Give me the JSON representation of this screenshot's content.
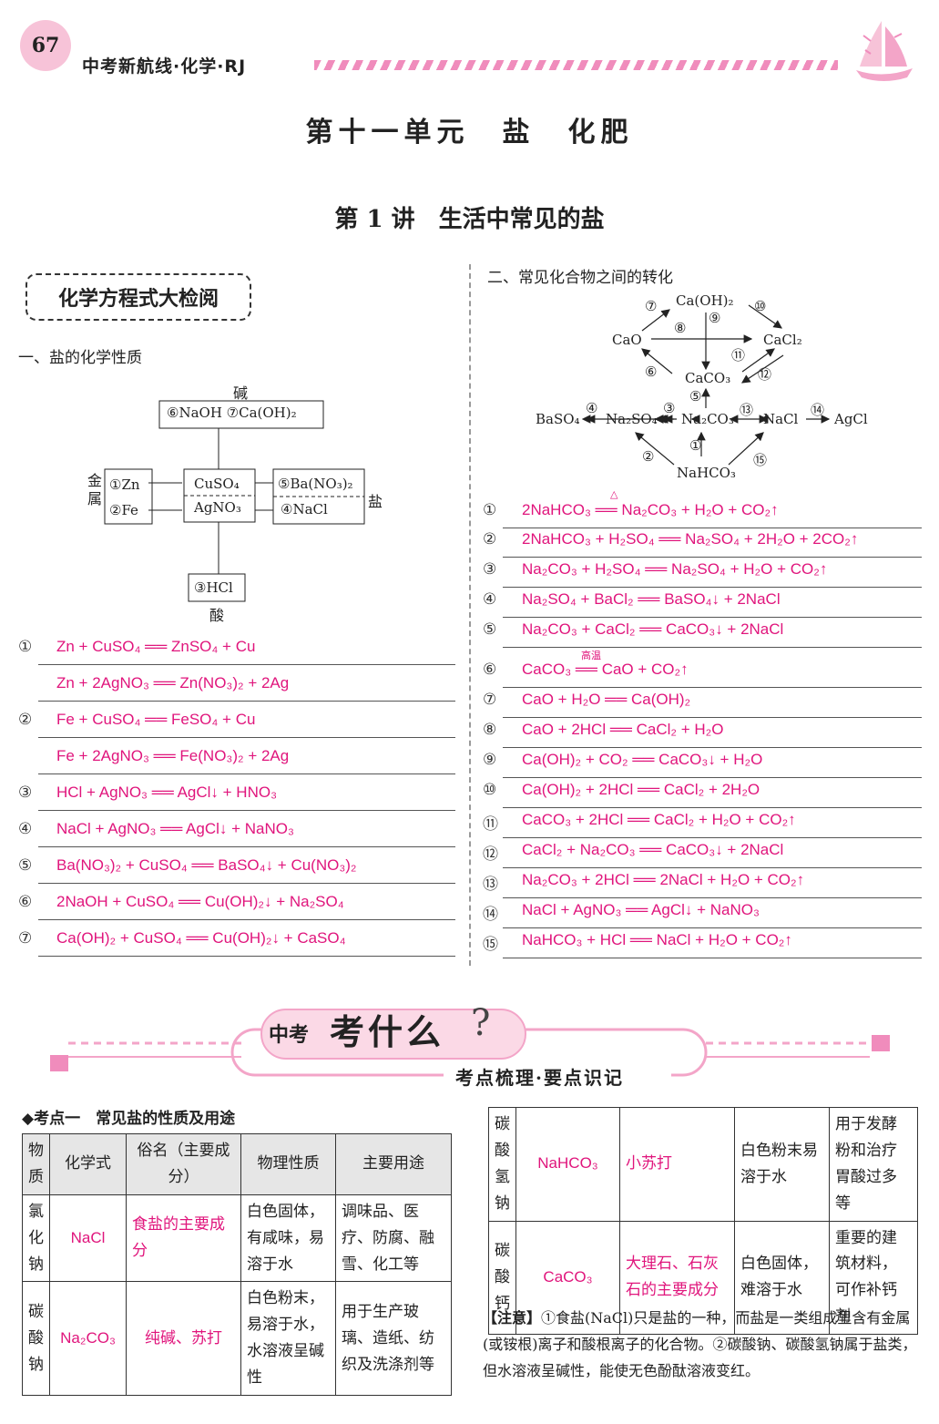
{
  "header": {
    "page_number": "67",
    "title": "中考新航线·化学·RJ"
  },
  "unit_title": "第十一单元　盐　化肥",
  "lecture_title": "第 1 讲　生活中常见的盐",
  "badge": "化学方程式大检阅",
  "left": {
    "section": "一、盐的化学性质",
    "diagram": {
      "base_label": "碱",
      "base_box": "⑥NaOH ⑦Ca(OH)₂",
      "metal_label": "金属",
      "metals": [
        "①Zn",
        "②Fe"
      ],
      "center": [
        "CuSO₄",
        "AgNO₃"
      ],
      "salt_label": "盐",
      "salts": [
        "⑤Ba(NO₃)₂",
        "④NaCl"
      ],
      "acid_box": "③HCl",
      "acid_label": "酸"
    },
    "equations": [
      {
        "num": "①",
        "text": "Zn + CuSO₄ ══ ZnSO₄ + Cu"
      },
      {
        "num": "",
        "text": "Zn + 2AgNO₃ ══ Zn(NO₃)₂ + 2Ag"
      },
      {
        "num": "②",
        "text": "Fe + CuSO₄ ══ FeSO₄ + Cu"
      },
      {
        "num": "",
        "text": "Fe + 2AgNO₃ ══ Fe(NO₃)₂ + 2Ag"
      },
      {
        "num": "③",
        "text": "HCl + AgNO₃ ══ AgCl↓ + HNO₃"
      },
      {
        "num": "④",
        "text": "NaCl + AgNO₃ ══ AgCl↓ + NaNO₃"
      },
      {
        "num": "⑤",
        "text": "Ba(NO₃)₂ + CuSO₄ ══ BaSO₄↓ + Cu(NO₃)₂"
      },
      {
        "num": "⑥",
        "text": "2NaOH + CuSO₄ ══ Cu(OH)₂↓ + Na₂SO₄"
      },
      {
        "num": "⑦",
        "text": "Ca(OH)₂ + CuSO₄ ══ Cu(OH)₂↓ + CaSO₄"
      }
    ]
  },
  "right": {
    "section": "二、常见化合物之间的转化",
    "diagram": {
      "caoh2": "Ca(OH)₂",
      "cao": "CaO",
      "cacl2": "CaCl₂",
      "caco3": "CaCO₃",
      "baso4": "BaSO₄",
      "na2so4": "Na₂SO₄",
      "na2co3": "Na₂CO₃",
      "nacl": "NaCl",
      "agcl": "AgCl",
      "nahco3": "NaHCO₃",
      "n1": "①",
      "n2": "②",
      "n3": "③",
      "n4": "④",
      "n5": "⑤",
      "n6": "⑥",
      "n7": "⑦",
      "n8": "⑧",
      "n9": "⑨",
      "n10": "⑩",
      "n11": "⑪",
      "n12": "⑫",
      "n13": "⑬",
      "n14": "⑭",
      "n15": "⑮"
    },
    "equations": [
      {
        "num": "①",
        "text": "2NaHCO₃ ══ Na₂CO₃ + H₂O + CO₂↑",
        "cond": "△"
      },
      {
        "num": "②",
        "text": "2NaHCO₃ + H₂SO₄ ══ Na₂SO₄ + 2H₂O + 2CO₂↑",
        "cond": ""
      },
      {
        "num": "③",
        "text": "Na₂CO₃ + H₂SO₄ ══ Na₂SO₄ + H₂O + CO₂↑",
        "cond": ""
      },
      {
        "num": "④",
        "text": "Na₂SO₄ + BaCl₂ ══ BaSO₄↓ + 2NaCl",
        "cond": ""
      },
      {
        "num": "⑤",
        "text": "Na₂CO₃ + CaCl₂ ══ CaCO₃↓ + 2NaCl",
        "cond": ""
      },
      {
        "num": "⑥",
        "text": "CaCO₃ ══ CaO + CO₂↑",
        "cond": "高温"
      },
      {
        "num": "⑦",
        "text": "CaO + H₂O ══ Ca(OH)₂",
        "cond": ""
      },
      {
        "num": "⑧",
        "text": "CaO + 2HCl ══ CaCl₂ + H₂O",
        "cond": ""
      },
      {
        "num": "⑨",
        "text": "Ca(OH)₂ + CO₂ ══ CaCO₃↓ + H₂O",
        "cond": ""
      },
      {
        "num": "⑩",
        "text": "Ca(OH)₂ + 2HCl ══ CaCl₂ + 2H₂O",
        "cond": ""
      },
      {
        "num": "⑪",
        "text": "CaCO₃ + 2HCl ══ CaCl₂ + H₂O + CO₂↑",
        "cond": ""
      },
      {
        "num": "⑫",
        "text": "CaCl₂ + Na₂CO₃ ══ CaCO₃↓ + 2NaCl",
        "cond": ""
      },
      {
        "num": "⑬",
        "text": "Na₂CO₃ + 2HCl ══ 2NaCl + H₂O + CO₂↑",
        "cond": ""
      },
      {
        "num": "⑭",
        "text": "NaCl + AgNO₃ ══ AgCl↓ + NaNO₃",
        "cond": ""
      },
      {
        "num": "⑮",
        "text": "NaHCO₃ + HCl ══ NaCl + H₂O + CO₂↑",
        "cond": ""
      }
    ]
  },
  "banner": {
    "prefix": "中考",
    "main": "考什么",
    "q": "?",
    "sub": "考点梳理·要点识记"
  },
  "topic1": {
    "title": "考点一　常见盐的性质及用途",
    "headers": [
      "物质",
      "化学式",
      "俗名（主要成分）",
      "物理性质",
      "主要用途"
    ],
    "rows": [
      {
        "name": "氯化钠",
        "formula": "NaCl",
        "common": "食盐的主要成分",
        "phys": "白色固体，有咸味，易溶于水",
        "use": "调味品、医疗、防腐、融雪、化工等"
      },
      {
        "name": "碳酸钠",
        "formula": "Na₂CO₃",
        "common": "纯碱、苏打",
        "phys": "白色粉末，易溶于水，水溶液呈碱性",
        "use": "用于生产玻璃、造纸、纺织及洗涤剂等"
      },
      {
        "name": "碳酸氢钠",
        "formula": "NaHCO₃",
        "common": "小苏打",
        "phys": "白色粉末易溶于水",
        "use": "用于发酵粉和治疗胃酸过多等"
      },
      {
        "name": "碳酸钙",
        "formula": "CaCO₃",
        "common": "大理石、石灰石的主要成分",
        "phys": "白色固体，难溶于水",
        "use": "重要的建筑材料，可作补钙剂"
      }
    ]
  },
  "note": {
    "label": "【注意】",
    "text": "①食盐(NaCl)只是盐的一种，而盐是一类组成里含有金属(或铵根)离子和酸根离子的化合物。②碳酸钠、碳酸氢钠属于盐类，但水溶液呈碱性，能使无色酚酞溶液变红。"
  }
}
